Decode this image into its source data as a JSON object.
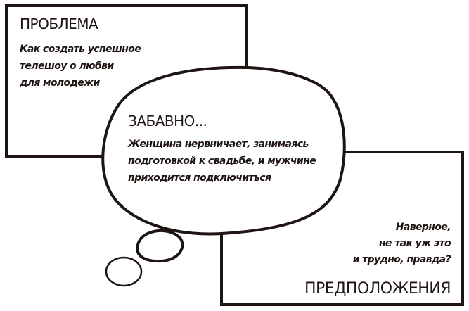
{
  "problem": {
    "title": "ПРОБЛЕМА",
    "lines": [
      "Как создать успешное",
      "телешоу о любви",
      "для молодежи"
    ]
  },
  "funny": {
    "title": "ЗАБАВНО...",
    "lines": [
      "Женщина нервничает, занимаясь",
      "подготовкой к свадьбе, и мужчине",
      "приходится подключиться"
    ]
  },
  "assumptions": {
    "title": "ПРЕДПОЛОЖЕНИЯ",
    "lines": [
      "Наверное,",
      "не так уж это",
      "и трудно, правда?"
    ]
  },
  "colors": {
    "stroke": "#1e1512",
    "background": "#ffffff"
  }
}
